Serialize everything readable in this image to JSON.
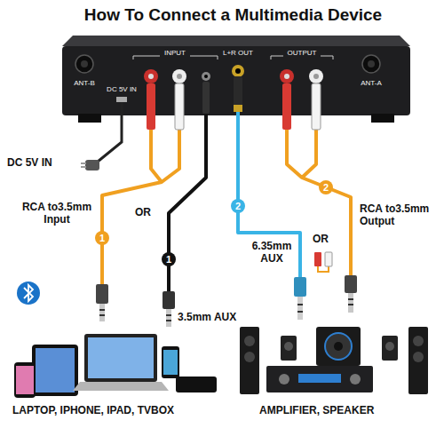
{
  "diagram": {
    "title": "How To Connect a Multimedia Device",
    "nodes": [
      {
        "text": [
          "ANT-B",
          "DC 5V IN",
          "INPUT",
          "L+R OUT",
          "OUTPUT",
          "ANT-A"
        ]
      }
    ],
    "labels": [
      "DC 5V IN",
      "RCA to3.5mm Input",
      "1",
      "OR",
      "1",
      "3.5mm AUX",
      "2",
      "6.35mm AUX",
      "2",
      "RCA to3.5mm Output",
      "OR",
      "LAPTOP, IPHONE, IPAD, TVBOX",
      "AMPLIFIER, SPEAKER"
    ]
  }
}
